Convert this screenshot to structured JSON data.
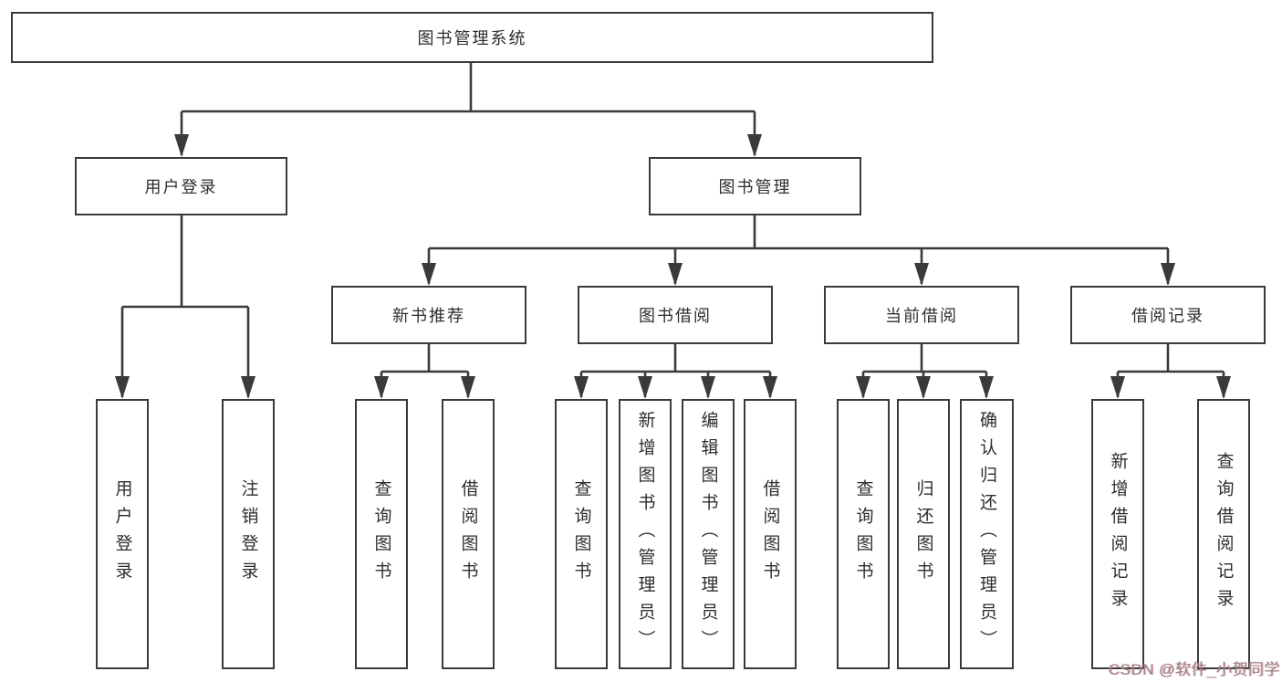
{
  "colors": {
    "line": "#3a3a3a",
    "border": "#3a3a3a",
    "background": "#ffffff",
    "text": "#2e2e2e",
    "watermark": "#a08484"
  },
  "watermark": {
    "text": "CSDN @软件_小贺同学"
  },
  "nodes": {
    "root": {
      "label": "图书管理系统"
    },
    "user_login": {
      "label": "用户登录"
    },
    "book_mgmt": {
      "label": "图书管理"
    },
    "new_book_rec": {
      "label": "新书推荐"
    },
    "book_borrow": {
      "label": "图书借阅"
    },
    "current_borrow": {
      "label": "当前借阅"
    },
    "borrow_records": {
      "label": "借阅记录"
    },
    "leaf_user_login": {
      "label": "用户登录"
    },
    "leaf_logout": {
      "label": "注销登录"
    },
    "leaf_query_book_rec": {
      "label": "查询图书"
    },
    "leaf_borrow_book_rec": {
      "label": "借阅图书"
    },
    "leaf_query_book_borrow": {
      "label": "查询图书"
    },
    "leaf_add_book_admin": {
      "label": "新增图书（管理员）"
    },
    "leaf_edit_book_admin": {
      "label": "编辑图书（管理员）"
    },
    "leaf_borrow_book_borrow": {
      "label": "借阅图书"
    },
    "leaf_query_book_current": {
      "label": "查询图书"
    },
    "leaf_return_book": {
      "label": "归还图书"
    },
    "leaf_confirm_return_admin": {
      "label": "确认归还（管理员）"
    },
    "leaf_add_borrow_record": {
      "label": "新增借阅记录"
    },
    "leaf_query_borrow_record": {
      "label": "查询借阅记录"
    }
  },
  "hierarchy": {
    "图书管理系统": {
      "用户登录": [
        "用户登录",
        "注销登录"
      ],
      "图书管理": {
        "新书推荐": [
          "查询图书",
          "借阅图书"
        ],
        "图书借阅": [
          "查询图书",
          "新增图书（管理员）",
          "编辑图书（管理员）",
          "借阅图书"
        ],
        "当前借阅": [
          "查询图书",
          "归还图书",
          "确认归还（管理员）"
        ],
        "借阅记录": [
          "新增借阅记录",
          "查询借阅记录"
        ]
      }
    }
  }
}
